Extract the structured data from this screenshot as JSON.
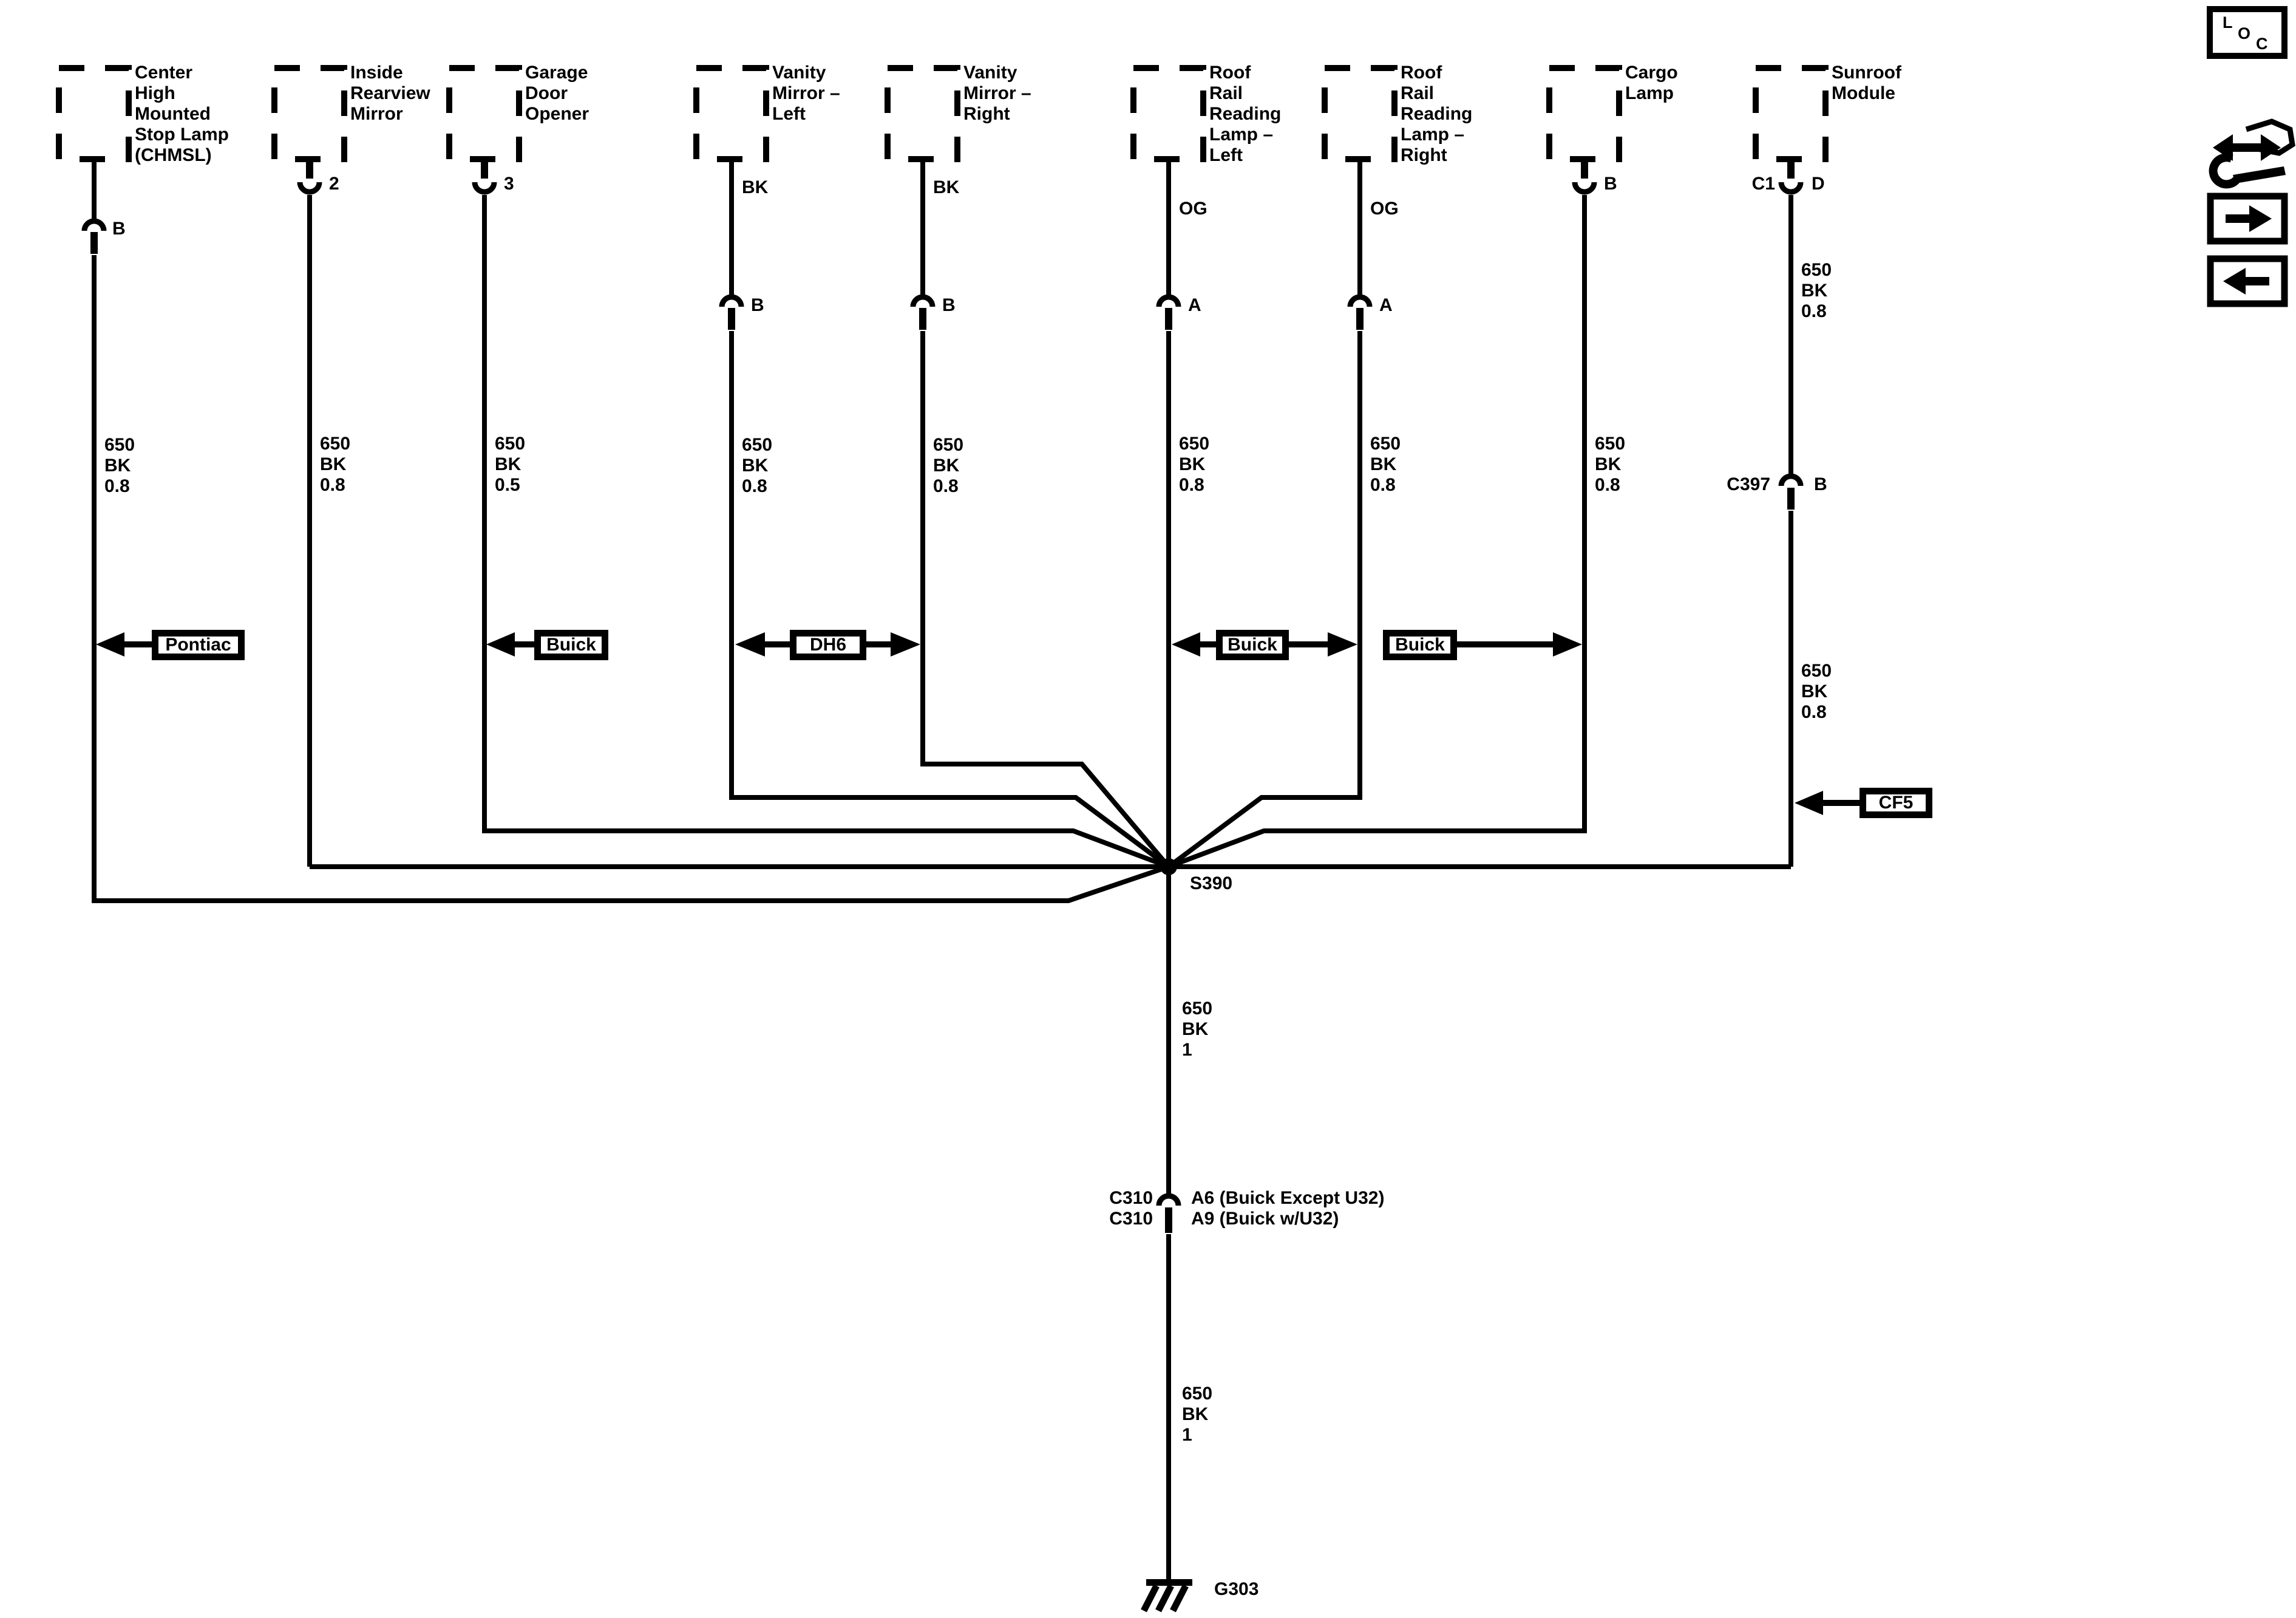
{
  "diagram": {
    "components": [
      {
        "id": "chmsl",
        "label": "Center\nHigh\nMounted\nStop Lamp\n(CHMSL)",
        "pin": "B",
        "wire_label": "650\nBK\n0.8"
      },
      {
        "id": "inside-rearview-mirror",
        "label": "Inside\nRearview\nMirror",
        "pin": "2",
        "wire_label": "650\nBK\n0.8"
      },
      {
        "id": "garage-door-opener",
        "label": "Garage\nDoor\nOpener",
        "pin": "3",
        "wire_label": "650\nBK\n0.5"
      },
      {
        "id": "vanity-mirror-left",
        "label": "Vanity\nMirror –\nLeft",
        "color_label": "BK",
        "pin": "B",
        "wire_label": "650\nBK\n0.8"
      },
      {
        "id": "vanity-mirror-right",
        "label": "Vanity\nMirror –\nRight",
        "color_label": "BK",
        "pin": "B",
        "wire_label": "650\nBK\n0.8"
      },
      {
        "id": "roof-rail-reading-lamp-left",
        "label": "Roof\nRail\nReading\nLamp –\nLeft",
        "color_label": "OG",
        "pin": "A",
        "wire_label": "650\nBK\n0.8"
      },
      {
        "id": "roof-rail-reading-lamp-right",
        "label": "Roof\nRail\nReading\nLamp –\nRight",
        "color_label": "OG",
        "pin": "A",
        "wire_label": "650\nBK\n0.8"
      },
      {
        "id": "cargo-lamp",
        "label": "Cargo\nLamp",
        "pin": "B",
        "wire_label": "650\nBK\n0.8"
      },
      {
        "id": "sunroof-module",
        "label": "Sunroof\nModule",
        "pin_left": "C1",
        "pin_right": "D",
        "wire_label_upper": "650\nBK\n0.8",
        "connector_label": "C397",
        "connector_pin": "B",
        "wire_label_lower": "650\nBK\n0.8"
      }
    ],
    "branch_tags": {
      "pontiac": {
        "label": "Pontiac"
      },
      "buick1": {
        "label": "Buick"
      },
      "dh6": {
        "label": "DH6"
      },
      "buick2": {
        "label": "Buick"
      },
      "buick3": {
        "label": "Buick"
      },
      "cf5": {
        "label": "CF5"
      }
    },
    "splice": {
      "label": "S390"
    },
    "main_wire": {
      "label_upper": "650\nBK\n1",
      "label_lower": "650\nBK\n1"
    },
    "connector_c310": {
      "left": "C310\nC310",
      "right": "A6 (Buick Except U32)\nA9 (Buick w/U32)"
    },
    "ground": {
      "label": "G303"
    },
    "legend": {
      "loc_letters": [
        "L",
        "O",
        "C"
      ]
    }
  }
}
